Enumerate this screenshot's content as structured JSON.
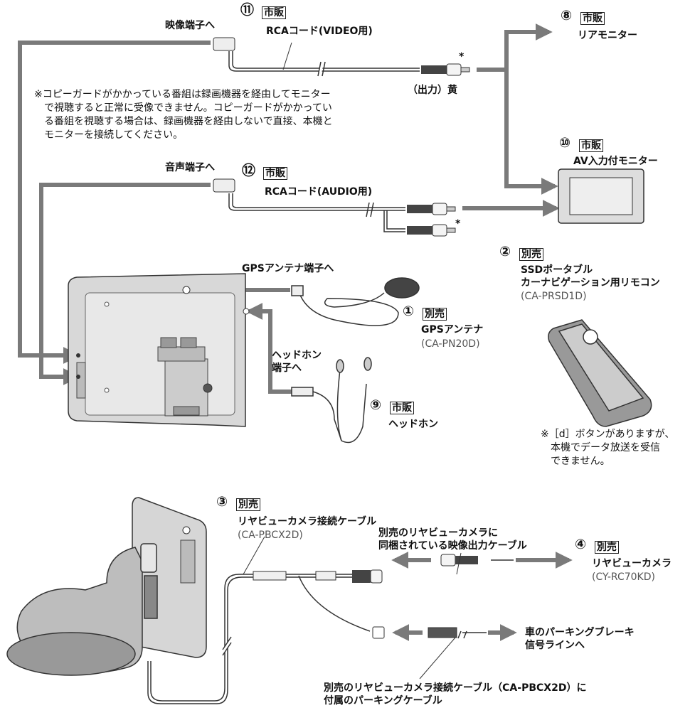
{
  "labels": {
    "video_terminal": "映像端子へ",
    "audio_terminal": "音声端子へ",
    "gps_terminal": "GPSアンテナ端子へ",
    "headphone_terminal_1": "ヘッドホン",
    "headphone_terminal_2": "端子へ",
    "output_yellow": "（出力）黄",
    "asterisk": "*"
  },
  "copyguard_note": [
    "※コピーガードがかかっている番組は録画機器を経由してモニター",
    "で視聴すると正常に受像できません。コピーガードがかかってい",
    "る番組を視聴する場合は、録画機器を経由しないで直接、本機と",
    "モニターを接続してください。"
  ],
  "items": {
    "item11": {
      "num": "⑪",
      "tag": "市販",
      "name": "RCAコード(VIDEO用)"
    },
    "item8": {
      "num": "⑧",
      "tag": "市販",
      "name": "リアモニター"
    },
    "item10": {
      "num": "⑩",
      "tag": "市販",
      "name": "AV入力付モニター"
    },
    "item12": {
      "num": "⑫",
      "tag": "市販",
      "name": "RCAコード(AUDIO用)"
    },
    "item2": {
      "num": "②",
      "tag": "別売",
      "name1": "SSDポータブル",
      "name2": "カーナビゲーション用リモコン",
      "model": "(CA-PRSD1D)"
    },
    "item1": {
      "num": "①",
      "tag": "別売",
      "name": "GPSアンテナ",
      "model": "(CA-PN20D)"
    },
    "item9": {
      "num": "⑨",
      "tag": "市販",
      "name": "ヘッドホン"
    },
    "item3": {
      "num": "③",
      "tag": "別売",
      "name": "リヤビューカメラ接続ケーブル",
      "model": "(CA-PBCX2D)"
    },
    "item4": {
      "num": "④",
      "tag": "別売",
      "name": "リヤビューカメラ",
      "model": "(CY-RC70KD)"
    }
  },
  "remote_note": [
    "※［d］ボタンがありますが、",
    "本機でデータ放送を受信",
    "できません。"
  ],
  "bundled_video_cable": [
    "別売のリヤビューカメラに",
    "同梱されている映像出力ケーブル"
  ],
  "parking_brake": [
    "車のパーキングブレーキ",
    "信号ラインへ"
  ],
  "parking_cable": [
    "別売のリヤビューカメラ接続ケーブル（CA-PBCX2D）に",
    "付属のパーキングケーブル"
  ]
}
